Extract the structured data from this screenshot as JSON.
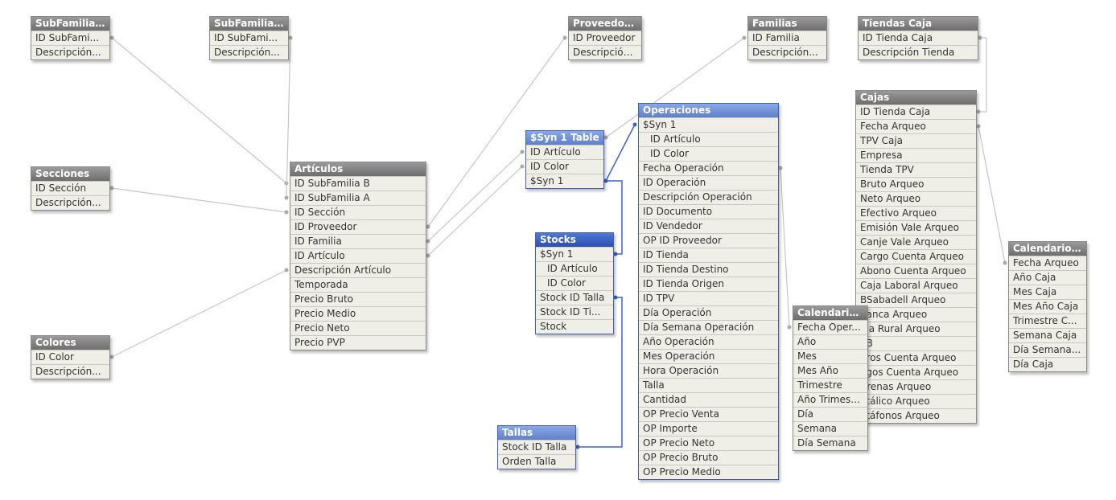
{
  "tables": [
    {
      "id": "subfamilia1",
      "title": "SubFamilia...",
      "variant": "normal",
      "fields": [
        {
          "label": "ID SubFami..."
        },
        {
          "label": "Descripción..."
        }
      ]
    },
    {
      "id": "subfamilia2",
      "title": "SubFamilia...",
      "variant": "normal",
      "fields": [
        {
          "label": "ID SubFami..."
        },
        {
          "label": "Descripción..."
        }
      ]
    },
    {
      "id": "secciones",
      "title": "Secciones",
      "variant": "normal",
      "fields": [
        {
          "label": "ID Sección"
        },
        {
          "label": "Descripción..."
        }
      ]
    },
    {
      "id": "colores",
      "title": "Colores",
      "variant": "normal",
      "fields": [
        {
          "label": "ID Color"
        },
        {
          "label": "Descripción..."
        }
      ]
    },
    {
      "id": "articulos",
      "title": "Artículos",
      "variant": "normal",
      "fields": [
        {
          "label": "ID SubFamilia B"
        },
        {
          "label": "ID SubFamilia A"
        },
        {
          "label": "ID Sección"
        },
        {
          "label": "ID Proveedor"
        },
        {
          "label": "ID Familia"
        },
        {
          "label": "ID Artículo"
        },
        {
          "label": "Descripción Artículo"
        },
        {
          "label": "Temporada"
        },
        {
          "label": "Precio Bruto"
        },
        {
          "label": "Precio Medio"
        },
        {
          "label": "Precio Neto"
        },
        {
          "label": "Precio PVP"
        }
      ]
    },
    {
      "id": "proveedores",
      "title": "Proveedores",
      "variant": "normal",
      "fields": [
        {
          "label": "ID Proveedor"
        },
        {
          "label": "Descripción..."
        }
      ]
    },
    {
      "id": "familias",
      "title": "Familias",
      "variant": "normal",
      "fields": [
        {
          "label": "ID Familia"
        },
        {
          "label": "Descripción..."
        }
      ]
    },
    {
      "id": "tiendascaja",
      "title": "Tiendas Caja",
      "variant": "normal",
      "fields": [
        {
          "label": "ID Tienda Caja"
        },
        {
          "label": "Descripción Tienda"
        }
      ]
    },
    {
      "id": "syn1",
      "title": "$Syn 1 Table",
      "variant": "highlight",
      "fields": [
        {
          "label": "ID Artículo"
        },
        {
          "label": "ID Color"
        },
        {
          "label": "$Syn 1"
        }
      ]
    },
    {
      "id": "stocks",
      "title": "Stocks",
      "variant": "selected",
      "fields": [
        {
          "label": "$Syn 1"
        },
        {
          "label": "ID Artículo",
          "sub": true
        },
        {
          "label": "ID Color",
          "sub": true
        },
        {
          "label": "Stock ID Talla"
        },
        {
          "label": "Stock ID Ti..."
        },
        {
          "label": "Stock"
        }
      ]
    },
    {
      "id": "tallas",
      "title": "Tallas",
      "variant": "highlight",
      "fields": [
        {
          "label": "Stock ID Talla"
        },
        {
          "label": "Orden Talla"
        }
      ]
    },
    {
      "id": "operaciones",
      "title": "Operaciones",
      "variant": "highlight",
      "fields": [
        {
          "label": "$Syn 1"
        },
        {
          "label": "ID Artículo",
          "sub": true
        },
        {
          "label": "ID Color",
          "sub": true
        },
        {
          "label": "Fecha Operación"
        },
        {
          "label": "ID Operación"
        },
        {
          "label": "Descripción Operación"
        },
        {
          "label": "ID Documento"
        },
        {
          "label": "ID Vendedor"
        },
        {
          "label": "OP ID Proveedor"
        },
        {
          "label": "ID Tienda"
        },
        {
          "label": "ID Tienda Destino"
        },
        {
          "label": "ID Tienda Origen"
        },
        {
          "label": "ID TPV"
        },
        {
          "label": "Día Operación"
        },
        {
          "label": "Día Semana Operación"
        },
        {
          "label": "Año Operación"
        },
        {
          "label": "Mes Operación"
        },
        {
          "label": "Hora Operación"
        },
        {
          "label": "Talla"
        },
        {
          "label": "Cantidad"
        },
        {
          "label": "OP Precio Venta"
        },
        {
          "label": "OP Importe"
        },
        {
          "label": "OP Precio Neto"
        },
        {
          "label": "OP Precio Bruto"
        },
        {
          "label": "OP Precio Medio"
        }
      ]
    },
    {
      "id": "cajas",
      "title": "Cajas",
      "variant": "normal",
      "fields": [
        {
          "label": "ID Tienda Caja"
        },
        {
          "label": "Fecha Arqueo"
        },
        {
          "label": "TPV Caja"
        },
        {
          "label": "Empresa"
        },
        {
          "label": "Tienda TPV"
        },
        {
          "label": "Bruto Arqueo"
        },
        {
          "label": "Neto Arqueo"
        },
        {
          "label": "Efectivo Arqueo"
        },
        {
          "label": "Emisión Vale Arqueo"
        },
        {
          "label": "Canje Vale Arqueo"
        },
        {
          "label": "Cargo Cuenta Arqueo"
        },
        {
          "label": "Abono Cuenta Arqueo"
        },
        {
          "label": "Caja Laboral Arqueo"
        },
        {
          "label": "BSabadell Arqueo"
        },
        {
          "label": "banca Arqueo"
        },
        {
          "label": "aja Rural Arqueo"
        },
        {
          "label": "EB"
        },
        {
          "label": "bros Cuenta Arqueo"
        },
        {
          "label": "agos Cuenta Arqueo"
        },
        {
          "label": "Arenas Arqueo"
        },
        {
          "label": "etálico Arqueo"
        },
        {
          "label": "atáfonos Arqueo"
        }
      ]
    },
    {
      "id": "calendariocaja",
      "title": "Calendario ...",
      "variant": "normal",
      "fields": [
        {
          "label": "Fecha Arqueo"
        },
        {
          "label": "Año Caja"
        },
        {
          "label": "Mes Caja"
        },
        {
          "label": "Mes Año Caja"
        },
        {
          "label": "Trimestre C..."
        },
        {
          "label": "Semana Caja"
        },
        {
          "label": "Día Semana..."
        },
        {
          "label": "Día Caja"
        }
      ]
    },
    {
      "id": "calendarioop",
      "title": "Calendario ...",
      "variant": "normal",
      "fields": [
        {
          "label": "Fecha Oper..."
        },
        {
          "label": "Año"
        },
        {
          "label": "Mes"
        },
        {
          "label": "Mes Año"
        },
        {
          "label": "Trimestre"
        },
        {
          "label": "Año Trimestre"
        },
        {
          "label": "Día"
        },
        {
          "label": "Semana"
        },
        {
          "label": "Día Semana"
        }
      ]
    }
  ]
}
